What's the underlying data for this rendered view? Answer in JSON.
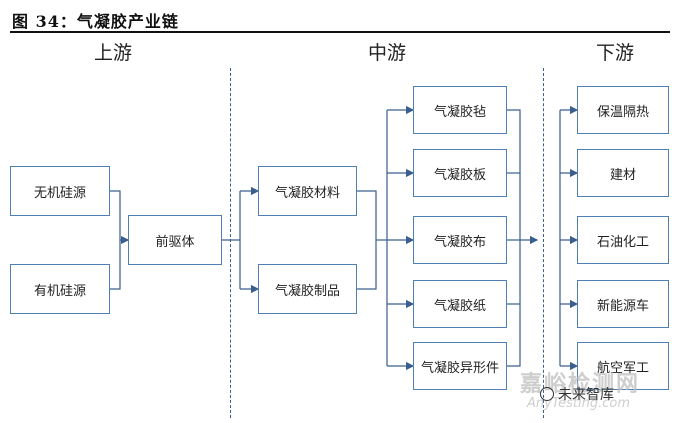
{
  "figure": {
    "title": "图 34：气凝胶产业链"
  },
  "stages": {
    "upstream": "上游",
    "midstream": "中游",
    "downstream": "下游"
  },
  "nodes": {
    "inorganic": "无机硅源",
    "organic": "有机硅源",
    "precursor": "前驱体",
    "material": "气凝胶材料",
    "product": "气凝胶制品",
    "felt": "气凝胶毡",
    "board": "气凝胶板",
    "cloth": "气凝胶布",
    "paper": "气凝胶纸",
    "shaped": "气凝胶异形件",
    "insulation": "保温隔热",
    "building": "建材",
    "petrochem": "石油化工",
    "newenergy": "新能源车",
    "aerospace": "航空军工"
  },
  "watermarks": {
    "site": "嘉峪检测网",
    "site_en": "AnyTesting.com",
    "brand": "未来智库"
  },
  "colors": {
    "box_border": "#4f7fb5",
    "line": "#3a5f8f",
    "text": "#222222"
  }
}
